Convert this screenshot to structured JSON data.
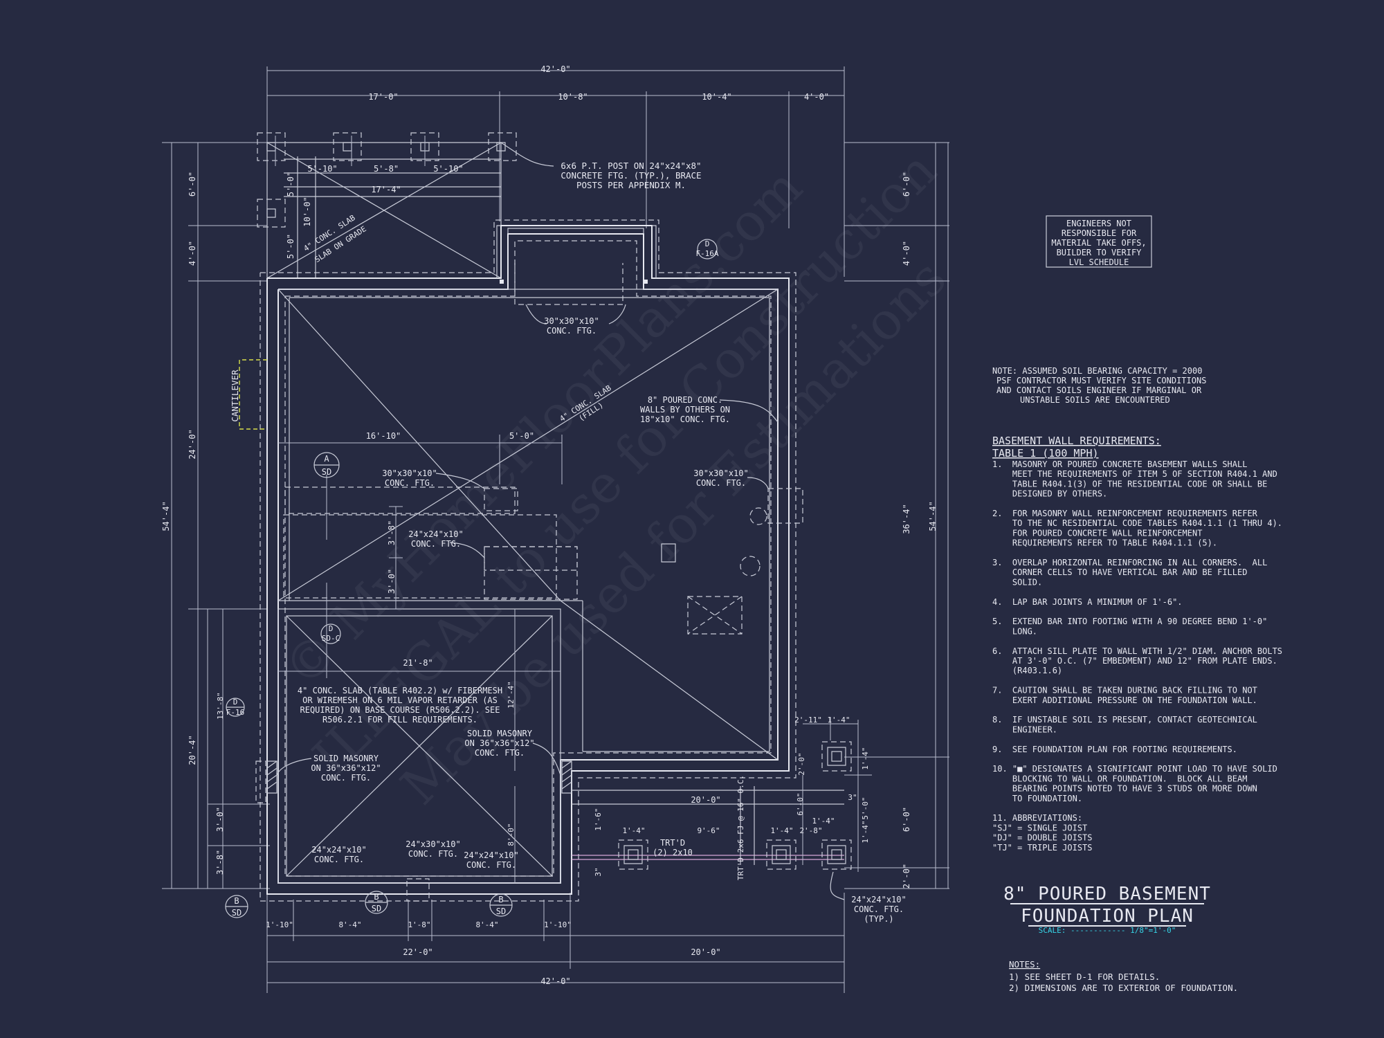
{
  "title": {
    "line1": "8\" POURED BASEMENT",
    "line2": "FOUNDATION PLAN",
    "scale": "SCALE: ------------ 1/8\"=1'-0\""
  },
  "watermark": {
    "line1": "© MyHomeFloorPlans.com",
    "line2": "ILLEGAL to use for Construction",
    "line3": "May be used for Estimations"
  },
  "engineers_box": [
    "ENGINEERS NOT",
    "RESPONSIBLE FOR",
    "MATERIAL TAKE OFFS,",
    "BUILDER TO VERIFY",
    "LVL SCHEDULE"
  ],
  "soil_note": [
    "NOTE: ASSUMED SOIL BEARING CAPACITY = 2000",
    "PSF CONTRACTOR MUST VERIFY SITE CONDITIONS",
    "AND CONTACT SOILS ENGINEER IF MARGINAL OR",
    "UNSTABLE SOILS ARE ENCOUNTERED"
  ],
  "requirements": {
    "heading1": "BASEMENT WALL REQUIREMENTS:",
    "heading2": "TABLE 1 (100 MPH)",
    "lines": [
      "1.  MASONRY OR POURED CONCRETE BASEMENT WALLS SHALL",
      "    MEET THE REQUIREMENTS OF ITEM 5 OF SECTION R404.1 AND",
      "    TABLE R404.1(3) OF THE RESIDENTIAL CODE OR SHALL BE",
      "    DESIGNED BY OTHERS.",
      "",
      "2.  FOR MASONRY WALL REINFORCEMENT REQUIREMENTS REFER",
      "    TO THE NC RESIDENTIAL CODE TABLES R404.1.1 (1 THRU 4).",
      "    FOR POURED CONCRETE WALL REINFORCEMENT",
      "    REQUIREMENTS REFER TO TABLE R404.1.1 (5).",
      "",
      "3.  OVERLAP HORIZONTAL REINFORCING IN ALL CORNERS.  ALL",
      "    CORNER CELLS TO HAVE VERTICAL BAR AND BE FILLED",
      "    SOLID.",
      "",
      "4.  LAP BAR JOINTS A MINIMUM OF 1'-6\".",
      "",
      "5.  EXTEND BAR INTO FOOTING WITH A 90 DEGREE BEND 1'-0\"",
      "    LONG.",
      "",
      "6.  ATTACH SILL PLATE TO WALL WITH 1/2\" DIAM. ANCHOR BOLTS",
      "    AT 3'-0\" O.C. (7\" EMBEDMENT) AND 12\" FROM PLATE ENDS.",
      "    (R403.1.6)",
      "",
      "7.  CAUTION SHALL BE TAKEN DURING BACK FILLING TO NOT",
      "    EXERT ADDITIONAL PRESSURE ON THE FOUNDATION WALL.",
      "",
      "8.  IF UNSTABLE SOIL IS PRESENT, CONTACT GEOTECHNICAL",
      "    ENGINEER.",
      "",
      "9.  SEE FOUNDATION PLAN FOR FOOTING REQUIREMENTS.",
      "",
      "10. \"■\" DESIGNATES A SIGNIFICANT POINT LOAD TO HAVE SOLID",
      "    BLOCKING TO WALL OR FOUNDATION.  BLOCK ALL BEAM",
      "    BEARING POINTS NOTED TO HAVE 3 STUDS OR MORE DOWN",
      "    TO FOUNDATION.",
      "",
      "11. ABBREVIATIONS:",
      "\"SJ\" = SINGLE JOIST",
      "\"DJ\" = DOUBLE JOISTS",
      "\"TJ\" = TRIPLE JOISTS"
    ]
  },
  "notes": {
    "heading": "NOTES:",
    "lines": [
      "1)  SEE SHEET D-1 FOR DETAILS.",
      "2)  DIMENSIONS ARE TO EXTERIOR OF FOUNDATION."
    ]
  },
  "dims": {
    "top_overall": "42'-0\"",
    "top_a": "17'-0\"",
    "top_b": "10'-8\"",
    "top_c": "10'-4\"",
    "top_d": "4'-0\"",
    "bot_overall": "42'-0\"",
    "bot_a": "22'-0\"",
    "bot_b": "20'-0\"",
    "bot_s1": "1'-10\"",
    "bot_s2": "8'-4\"",
    "bot_s3": "1'-8\"",
    "bot_s4": "8'-4\"",
    "bot_s5": "1'-10\"",
    "left_overall": "54'-4\"",
    "left_a": "6'-0\"",
    "left_b": "4'-0\"",
    "left_c": "24'-0\"",
    "left_d": "20'-4\"",
    "left_e": "3'-0\"",
    "left_f": "3'-8\"",
    "left_g": "13'-8\"",
    "right_overall": "54'-4\"",
    "right_a": "6'-0\"",
    "right_b": "4'-0\"",
    "right_c": "36'-4\"",
    "right_d": "6'-0\"",
    "right_e": "2'-0\"",
    "deck_a": "5'-10\"",
    "deck_b": "5'-8\"",
    "deck_c": "5'-10\"",
    "deck_d": "17'-4\"",
    "deck_e": "5'-0\"",
    "deck_f": "10'-0\"",
    "deck_g": "5'-0\"",
    "int_a": "16'-10\"",
    "int_b": "5'-0\"",
    "int_c": "3'-8\"",
    "int_d": "3'-0\"",
    "int_e": "21'-8\"",
    "int_f": "12'-4\"",
    "int_g": "8'-0\"",
    "int_h": "6'-0\"",
    "porch_a": "20'-0\"",
    "porch_b": "9'-6\"",
    "porch_c": "1'-4\"",
    "porch_d": "1'-4\"",
    "porch_e": "2'-8\"",
    "porch_f": "1'-4\"",
    "porch_g": "2'-11\"",
    "porch_h": "1'-4\"",
    "porch_i": "2'-0\"",
    "porch_j": "1'-4\"",
    "porch_k": "5'-0\"",
    "porch_l": "1'-4\"",
    "porch_m": "3\"",
    "porch_n": "3\"",
    "porch_o": "1'-6\""
  },
  "labels": {
    "post": [
      "6x6 P.T. POST ON 24\"x24\"x8\"",
      "CONCRETE FTG. (TYP.), BRACE",
      "POSTS PER APPENDIX M."
    ],
    "slab_grade": [
      "4\" CONC. SLAB",
      "SLAB ON GRADE"
    ],
    "ftg_30": [
      "30\"x30\"x10\"",
      "CONC. FTG."
    ],
    "poured": [
      "8\" POURED CONC.",
      "WALLS BY OTHERS ON",
      "18\"x10\" CONC. FTG."
    ],
    "slab_fill": [
      "4\" CONC. SLAB",
      "(FILL)"
    ],
    "cantilever": "CANTILEVER",
    "ftg_30b": [
      "30\"x30\"x10\"",
      "CONC. FTG."
    ],
    "ftg_30c": [
      "30\"x30\"x10\"",
      "CONC. FTG."
    ],
    "ftg_24": [
      "24\"x24\"x10\"",
      "CONC. FTG."
    ],
    "slab_main": [
      "4\" CONC. SLAB (TABLE R402.2) w/ FIBERMESH",
      "OR WIREMESH ON 6 MIL VAPOR RETARDER (AS",
      "REQUIRED) ON BASE COURSE (R506.2.2). SEE",
      "R506.2.1 FOR FILL REQUIREMENTS."
    ],
    "solid_left": [
      "SOLID MASONRY",
      "ON 36\"x36\"x12\"",
      "CONC. FTG."
    ],
    "solid_right": [
      "SOLID MASONRY",
      "ON 36\"x36\"x12\"",
      "CONC. FTG."
    ],
    "ftg_b1": [
      "24\"x24\"x10\"",
      "CONC. FTG."
    ],
    "ftg_b2": [
      "24\"x30\"x10\"",
      "CONC. FTG."
    ],
    "ftg_b3": [
      "24\"x24\"x10\"",
      "CONC. FTG."
    ],
    "ftg_typ": [
      "24\"x24\"x10\"",
      "CONC. FTG.",
      "(TYP.)"
    ],
    "trtd": [
      "TRT'D",
      "(2) 2x10"
    ],
    "trtd_vert": "TRT'D 2x6 FJ @ 16\" O.C."
  },
  "markers": {
    "a_sd": [
      "A",
      "SD"
    ],
    "d_left": [
      "D",
      "F-16"
    ],
    "d_mid": [
      "D",
      "SD-C"
    ],
    "d_top": [
      "D",
      "F-16A"
    ],
    "b_sd1": [
      "B",
      "SD"
    ],
    "b_sd2": [
      "B",
      "SD"
    ],
    "b_sd3": [
      "B",
      "SD"
    ]
  }
}
